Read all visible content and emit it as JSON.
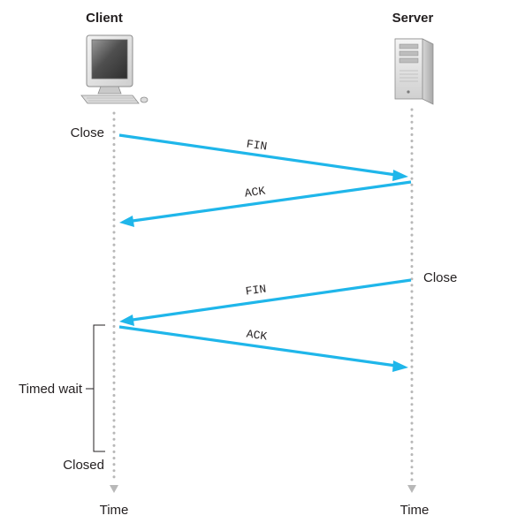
{
  "title_client": "Client",
  "title_server": "Server",
  "colors": {
    "arrow": "#1fb6ea",
    "timeline_dots": "#b8b8b8",
    "text": "#231f20",
    "bracket": "#231f20"
  },
  "icons": {
    "client": "desktop-computer-icon",
    "server": "server-tower-icon"
  },
  "client_events": {
    "close": "Close",
    "timed_wait": "Timed wait",
    "closed": "Closed"
  },
  "server_events": {
    "close": "Close"
  },
  "messages": [
    {
      "label": "FIN",
      "from": "client",
      "to": "server"
    },
    {
      "label": "ACK",
      "from": "server",
      "to": "client"
    },
    {
      "label": "FIN",
      "from": "server",
      "to": "client"
    },
    {
      "label": "ACK",
      "from": "client",
      "to": "server"
    }
  ],
  "time_labels": {
    "client": "Time",
    "server": "Time"
  }
}
